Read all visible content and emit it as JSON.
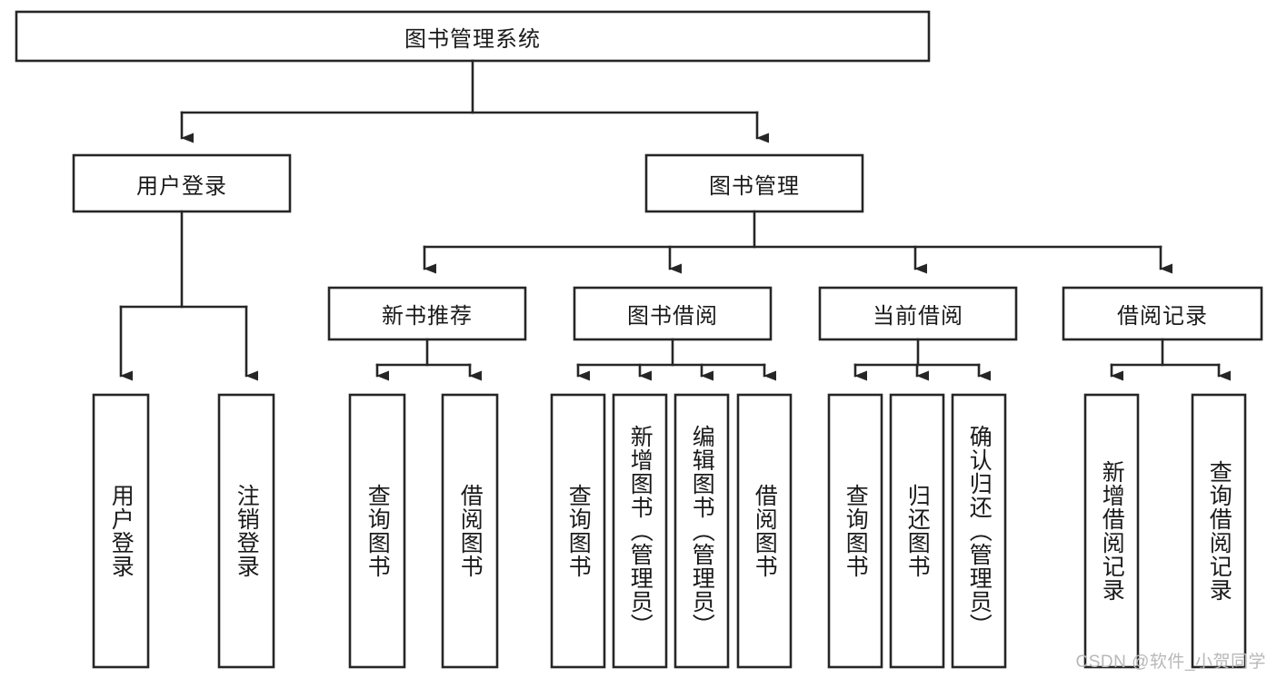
{
  "diagram": {
    "type": "hierarchy-tree",
    "title": "图书管理系统",
    "watermark": "CSDN @软件_小贺同学",
    "colors": {
      "stroke": "#262626",
      "fill": "#ffffff",
      "text": "#1a1a1a",
      "watermark": "#b8b8b8"
    },
    "levels": {
      "root": {
        "label": "图书管理系统"
      },
      "level2": [
        {
          "label": "用户登录"
        },
        {
          "label": "图书管理"
        }
      ],
      "level3": [
        {
          "label": "新书推荐"
        },
        {
          "label": "图书借阅"
        },
        {
          "label": "当前借阅"
        },
        {
          "label": "借阅记录"
        }
      ],
      "leaves": {
        "user_login": [
          {
            "label": "用户登录"
          },
          {
            "label": "注销登录"
          }
        ],
        "new_book_recommend": [
          {
            "label": "查询图书"
          },
          {
            "label": "借阅图书"
          }
        ],
        "book_borrow": [
          {
            "label": "查询图书"
          },
          {
            "label": "新增图书（管理员）"
          },
          {
            "label": "编辑图书（管理员）"
          },
          {
            "label": "借阅图书"
          }
        ],
        "current_borrow": [
          {
            "label": "查询图书"
          },
          {
            "label": "归还图书"
          },
          {
            "label": "确认归还（管理员）"
          }
        ],
        "borrow_record": [
          {
            "label": "新增借阅记录"
          },
          {
            "label": "查询借阅记录"
          }
        ]
      }
    }
  }
}
